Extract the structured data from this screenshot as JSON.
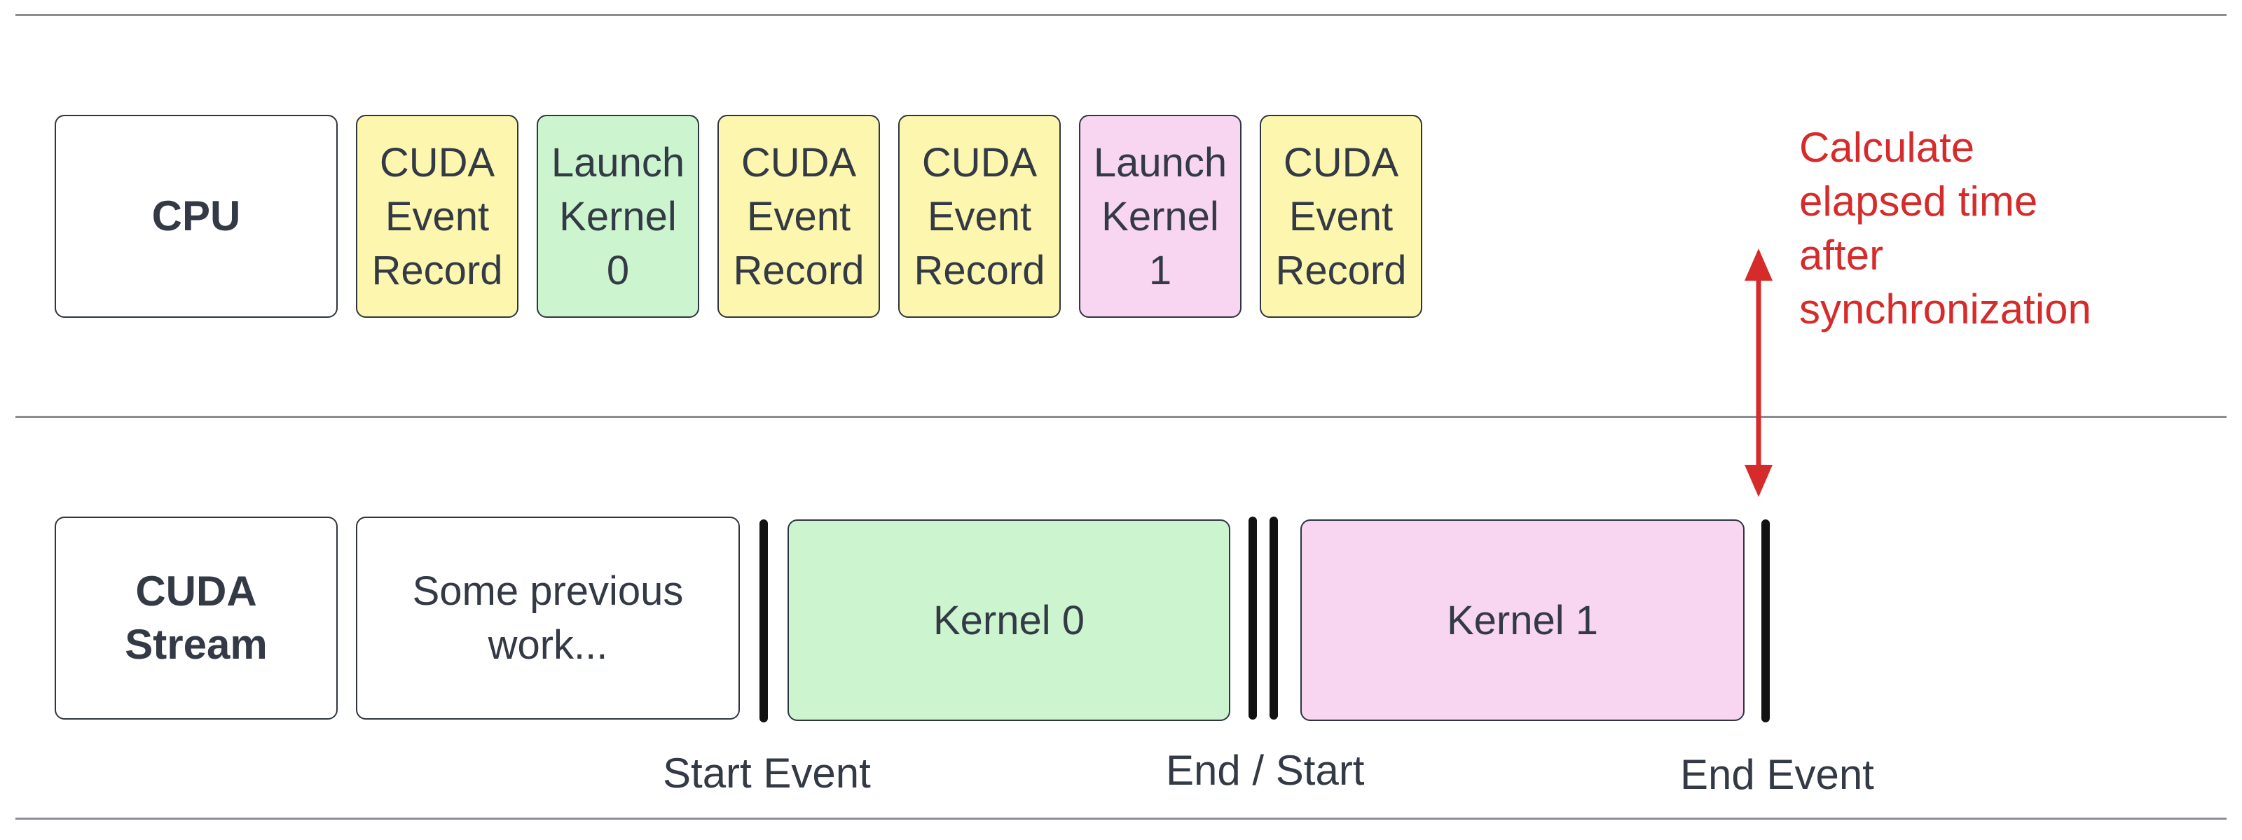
{
  "rows": {
    "cpu_label": "CPU",
    "stream_label": "CUDA\nStream"
  },
  "cpu_boxes": [
    {
      "label": "CUDA\nEvent\nRecord",
      "color": "#fdf6ae"
    },
    {
      "label": "Launch\nKernel\n0",
      "color": "#ccf5cf"
    },
    {
      "label": "CUDA\nEvent\nRecord",
      "color": "#fdf6ae"
    },
    {
      "label": "CUDA\nEvent\nRecord",
      "color": "#fdf6ae"
    },
    {
      "label": "Launch\nKernel\n1",
      "color": "#f8d5f1"
    },
    {
      "label": "CUDA\nEvent\nRecord",
      "color": "#fdf6ae"
    }
  ],
  "stream_boxes": {
    "previous": "Some previous\nwork...",
    "kernel0": "Kernel 0",
    "kernel1": "Kernel 1"
  },
  "event_labels": {
    "start": "Start Event",
    "end_start": "End / Start",
    "end": "End Event"
  },
  "annotation": "Calculate\nelapsed time\nafter\nsynchronization",
  "colors": {
    "event_record": "#fdf6ae",
    "kernel0": "#ccf5cf",
    "kernel1": "#f8d5f1",
    "annotation": "#d52b2b",
    "event_marker": "#111111"
  }
}
